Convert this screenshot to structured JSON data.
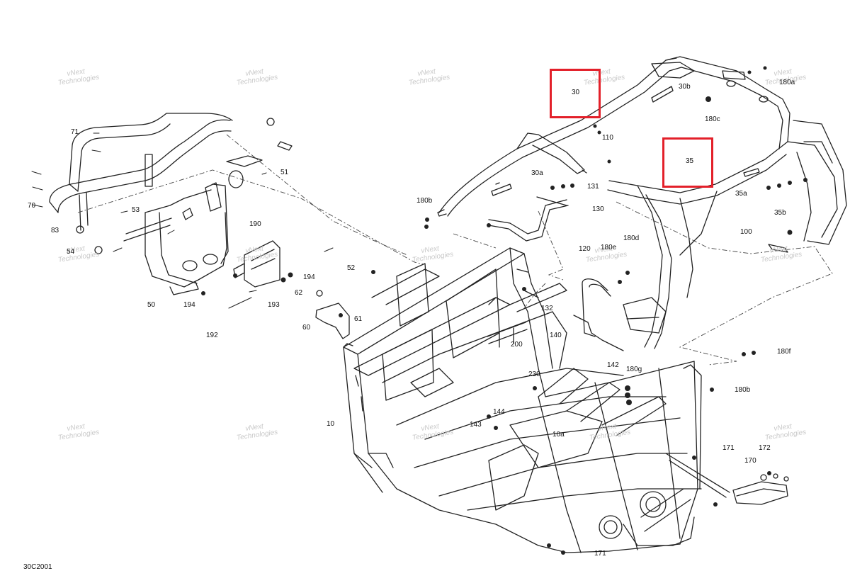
{
  "diagram": {
    "code": "30C2001",
    "watermark": {
      "line1": "vNext",
      "line2": "Technologies"
    },
    "highlight_color": "#e3202a",
    "highlighted": [
      "30",
      "35"
    ],
    "callouts": [
      {
        "id": "l71",
        "text": "71"
      },
      {
        "id": "l70",
        "text": "70"
      },
      {
        "id": "l83",
        "text": "83"
      },
      {
        "id": "l54",
        "text": "54"
      },
      {
        "id": "l53",
        "text": "53"
      },
      {
        "id": "l51",
        "text": "51"
      },
      {
        "id": "l50",
        "text": "50"
      },
      {
        "id": "l194a",
        "text": "194"
      },
      {
        "id": "l190",
        "text": "190"
      },
      {
        "id": "l194b",
        "text": "194"
      },
      {
        "id": "l193",
        "text": "193"
      },
      {
        "id": "l192",
        "text": "192"
      },
      {
        "id": "l62",
        "text": "62"
      },
      {
        "id": "l60",
        "text": "60"
      },
      {
        "id": "l61",
        "text": "61"
      },
      {
        "id": "l52",
        "text": "52"
      },
      {
        "id": "l30",
        "text": "30"
      },
      {
        "id": "l30b",
        "text": "30b"
      },
      {
        "id": "l180a",
        "text": "180a"
      },
      {
        "id": "l180c",
        "text": "180c"
      },
      {
        "id": "l110",
        "text": "110"
      },
      {
        "id": "l35",
        "text": "35"
      },
      {
        "id": "l30a",
        "text": "30a"
      },
      {
        "id": "l131",
        "text": "131"
      },
      {
        "id": "l180b1",
        "text": "180b"
      },
      {
        "id": "l130",
        "text": "130"
      },
      {
        "id": "l35a",
        "text": "35a"
      },
      {
        "id": "l35b",
        "text": "35b"
      },
      {
        "id": "l100",
        "text": "100"
      },
      {
        "id": "l120",
        "text": "120"
      },
      {
        "id": "l180e",
        "text": "180e"
      },
      {
        "id": "l180d",
        "text": "180d"
      },
      {
        "id": "l132",
        "text": "132"
      },
      {
        "id": "l140",
        "text": "140"
      },
      {
        "id": "l200",
        "text": "200"
      },
      {
        "id": "l142",
        "text": "142"
      },
      {
        "id": "l230",
        "text": "230"
      },
      {
        "id": "l180g",
        "text": "180g"
      },
      {
        "id": "l180f",
        "text": "180f"
      },
      {
        "id": "l180b2",
        "text": "180b"
      },
      {
        "id": "l144",
        "text": "144"
      },
      {
        "id": "l143",
        "text": "143"
      },
      {
        "id": "l10",
        "text": "10"
      },
      {
        "id": "l10a",
        "text": "10a"
      },
      {
        "id": "l171a",
        "text": "171"
      },
      {
        "id": "l172",
        "text": "172"
      },
      {
        "id": "l170",
        "text": "170"
      },
      {
        "id": "l171b",
        "text": "171"
      }
    ]
  }
}
